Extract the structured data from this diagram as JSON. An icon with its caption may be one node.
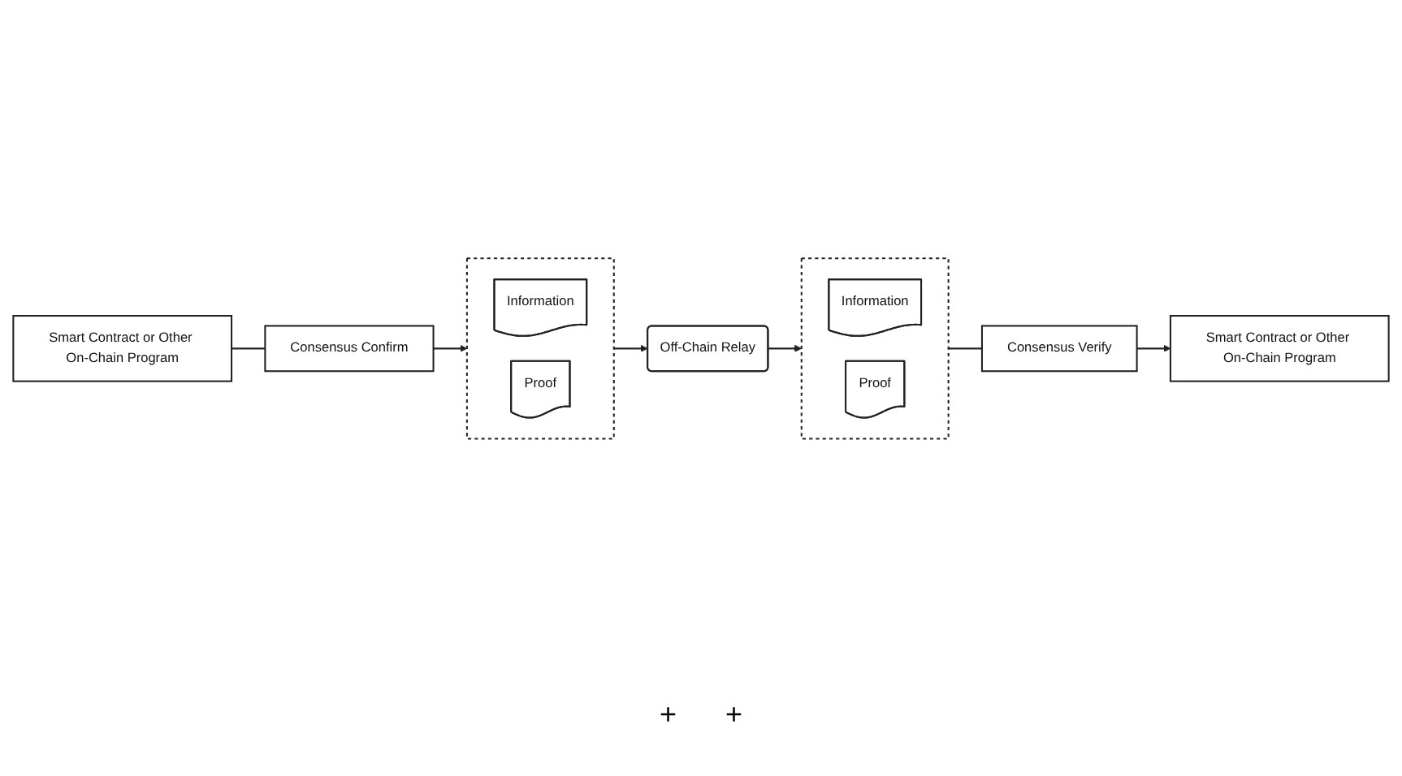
{
  "diagram": {
    "nodes": [
      {
        "text": [
          "Smart Contract or Other On-Chain Program"
        ]
      },
      {
        "text": [
          "Consensus Confirm"
        ]
      },
      {
        "text": [],
        "shape": "box"
      },
      {
        "text": [
          "Information"
        ],
        "in": 2
      },
      {
        "text": [
          "Proof"
        ],
        "in": 2
      },
      {
        "text": [
          "Off-Chain Relay"
        ]
      },
      {
        "text": [],
        "shape": "box"
      },
      {
        "text": [
          "Information"
        ],
        "in": 6
      },
      {
        "text": [
          "Proof"
        ],
        "in": 6
      },
      {
        "text": [
          "Consensus Verify"
        ]
      },
      {
        "text": [
          "Smart Contract or Other On-Chain Program"
        ]
      }
    ],
    "edges": [
      {
        "from": 0,
        "to": 1,
        "arrow": "none"
      },
      {
        "from": 1,
        "to": 2,
        "arrow": "to"
      },
      {
        "from": 2,
        "to": 5,
        "arrow": "to"
      },
      {
        "from": 5,
        "to": 6,
        "arrow": "to"
      },
      {
        "from": 6,
        "to": 9,
        "arrow": "none"
      },
      {
        "from": 9,
        "to": 10,
        "arrow": "to"
      }
    ],
    "labels": [
      "+",
      "+"
    ]
  }
}
